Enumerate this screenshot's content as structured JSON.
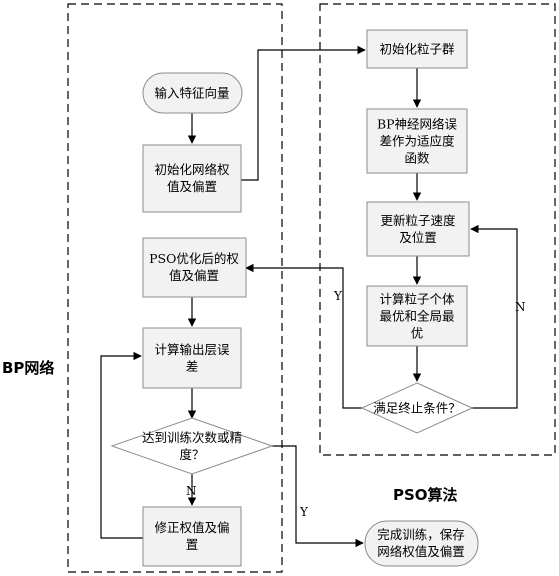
{
  "diagram": {
    "bp_region_label": "BP网络",
    "pso_region_label": "PSO算法",
    "nodes": {
      "input_features": [
        "输入特征向量"
      ],
      "init_weights": [
        "初始化网络权",
        "值及偏置"
      ],
      "pso_weights": [
        "PSO优化后的权",
        "值及偏置"
      ],
      "calc_error": [
        "计算输出层误",
        "差"
      ],
      "check_training": [
        "达到训练次数或精",
        "度？"
      ],
      "adjust_weights": [
        "修正权值及偏",
        "置"
      ],
      "finish": [
        "完成训练，保存",
        "网络权值及偏置"
      ],
      "init_swarm": [
        "初始化粒子群"
      ],
      "fitness": [
        "BP神经网络误",
        "差作为适应度",
        "函数"
      ],
      "update_particles": [
        "更新粒子速度",
        "及位置"
      ],
      "calc_best": [
        "计算粒子个体",
        "最优和全局最",
        "优"
      ],
      "check_stop": [
        "满足终止条件？"
      ]
    },
    "edge_labels": {
      "stop_yes": "Y",
      "stop_no": "N",
      "train_no": "N",
      "train_yes": "Y"
    }
  }
}
